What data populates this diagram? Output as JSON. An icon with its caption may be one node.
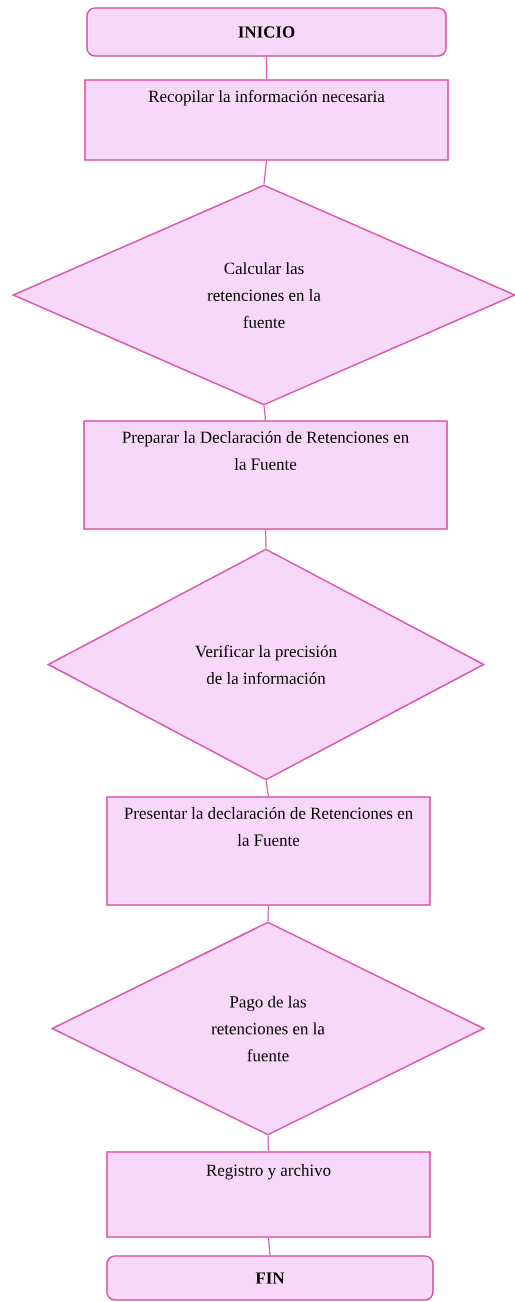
{
  "diagram": {
    "nodes": [
      {
        "text": [
          "**INICIO**"
        ]
      },
      {
        "text": [
          "Recopilar la información necesaria"
        ]
      },
      {
        "text": [
          "Calcular las retenciones en la fuente"
        ]
      },
      {
        "text": [
          "Preparar la Declaración de Retenciones en la Fuente"
        ]
      },
      {
        "text": [
          "Verificar la precisión de la información"
        ]
      },
      {
        "text": [
          "Presentar la declaración de Retenciones en la Fuente"
        ]
      },
      {
        "text": [
          "Pago de las retenciones en la fuente"
        ]
      },
      {
        "text": [
          "Registro y archivo"
        ]
      },
      {
        "text": [
          "**FIN**"
        ]
      }
    ],
    "edges": [
      {
        "from": 0,
        "to": 1,
        "arrow": "none"
      },
      {
        "from": 1,
        "to": 2,
        "arrow": "none"
      },
      {
        "from": 2,
        "to": 3,
        "arrow": "none"
      },
      {
        "from": 3,
        "to": 4,
        "arrow": "none"
      },
      {
        "from": 4,
        "to": 5,
        "arrow": "none"
      },
      {
        "from": 5,
        "to": 6,
        "arrow": "none"
      },
      {
        "from": 6,
        "to": 7,
        "arrow": "none"
      },
      {
        "from": 7,
        "to": 8,
        "arrow": "none"
      }
    ]
  }
}
